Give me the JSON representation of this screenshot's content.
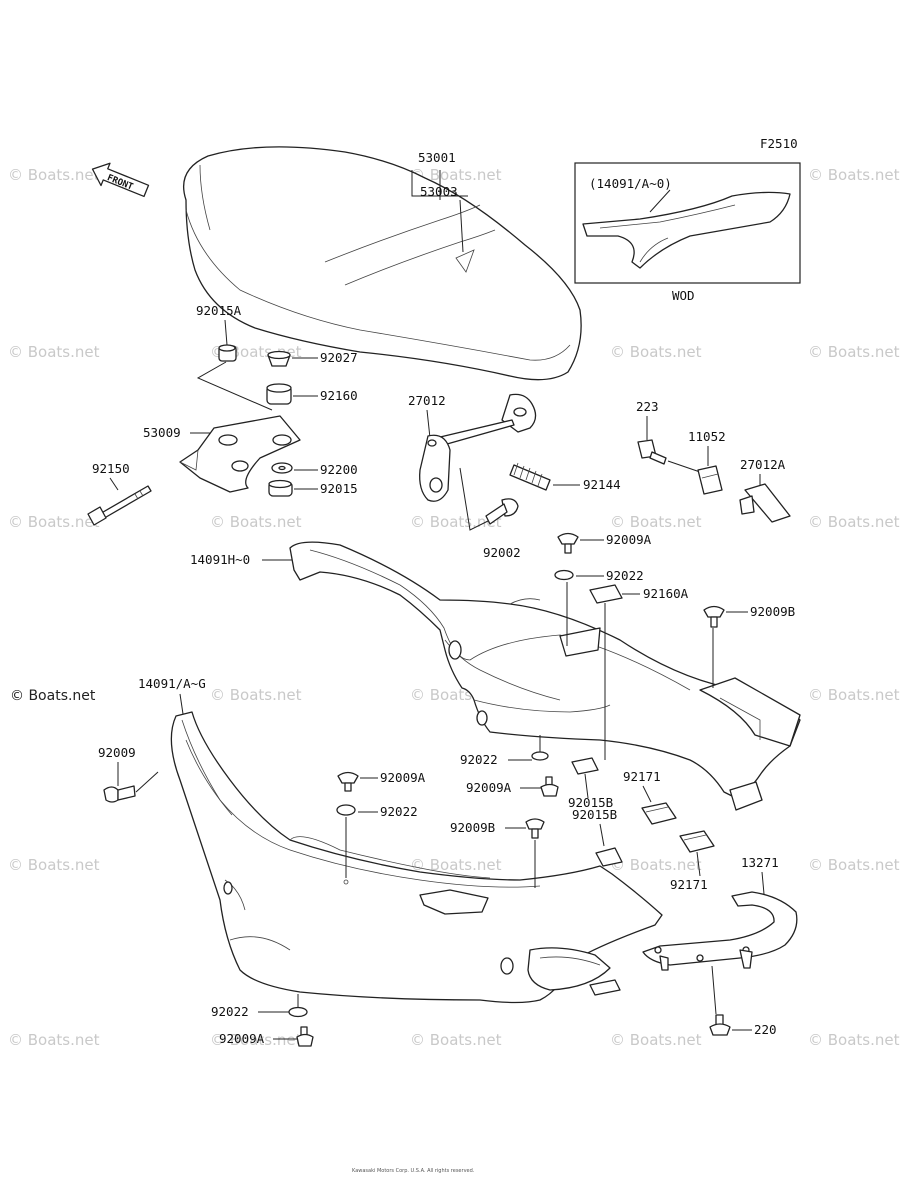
{
  "figure_code": "F2510",
  "front_label": "FRONT",
  "inset": {
    "part": "(14091/A~0)",
    "caption": "WOD"
  },
  "watermark": "© Boats.net",
  "copyright": "Kawasaki Motors Corp. U.S.A. All rights reserved.",
  "labels": {
    "p53001": "53001",
    "p53003": "53003",
    "p92015A": "92015A",
    "p92027": "92027",
    "p92160": "92160",
    "p53009": "53009",
    "p92200": "92200",
    "p92015": "92015",
    "p92150": "92150",
    "p27012": "27012",
    "p92144": "92144",
    "p92002": "92002",
    "p223": "223",
    "p11052": "11052",
    "p27012A": "27012A",
    "p14091H": "14091H~0",
    "p92009A_1": "92009A",
    "p92022_1": "92022",
    "p92160A": "92160A",
    "p92009B_1": "92009B",
    "p14091AG": "14091/A~G",
    "p92009": "92009",
    "p92009A_2": "92009A",
    "p92022_2": "92022",
    "p92022_3": "92022",
    "p92009A_3": "92009A",
    "p92015B_1": "92015B",
    "p92171_1": "92171",
    "p92009B_2": "92009B",
    "p92015B_2": "92015B",
    "p13271": "13271",
    "p92171_2": "92171",
    "p92022_4": "92022",
    "p92009A_4": "92009A",
    "p220": "220"
  }
}
